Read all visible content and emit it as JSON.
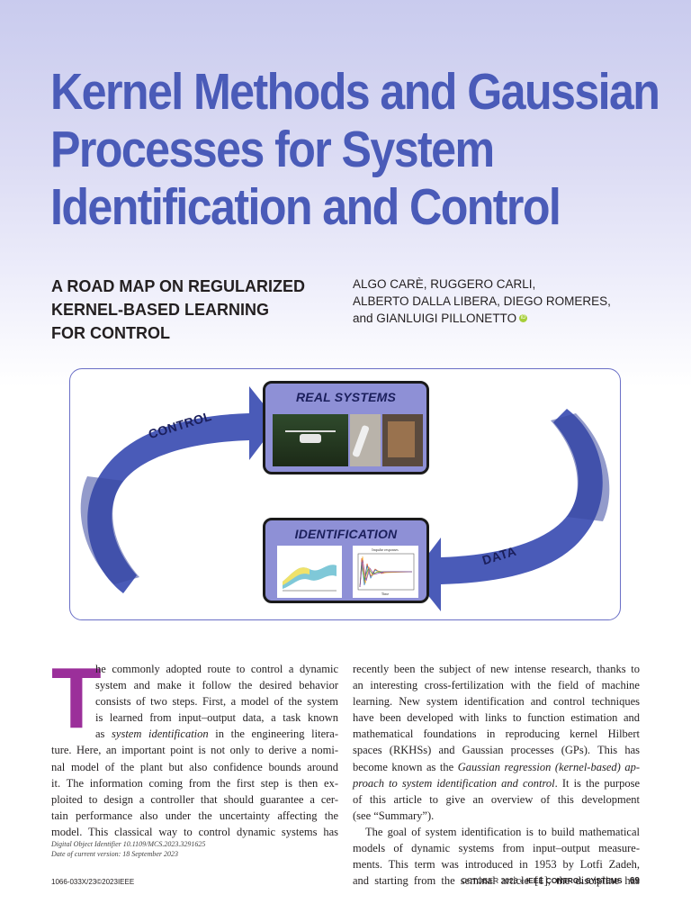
{
  "title_lines": [
    "Kernel Methods and Gaussian",
    "Processes for System",
    "Identification and Control"
  ],
  "subtitle_lines": [
    "A ROAD MAP ON REGULARIZED",
    "KERNEL-BASED LEARNING",
    "FOR CONTROL"
  ],
  "authors_lines": [
    "ALGO CARÈ, RUGGERO CARLI,",
    "ALBERTO DALLA LIBERA, DIEGO ROMERES,",
    "and GIANLUIGI PILLONETTO"
  ],
  "figure": {
    "top_box_title": "REAL SYSTEMS",
    "bottom_box_title": "IDENTIFICATION",
    "left_arrow_label": "CONTROL",
    "right_arrow_label": "DATA",
    "plot_title": "Impulse responses",
    "plot_xlabel": "Time",
    "colors": {
      "arrow": "#4a5bb8",
      "box": "#8e90d6",
      "frame": "#6a6fc6"
    }
  },
  "body": {
    "dropcap": "T",
    "left_col": [
      {
        "text": "he commonly adopted route to control a dynamic",
        "indent": true
      },
      {
        "text": "system and make it follow the desired behavior",
        "indent": true
      },
      {
        "text": "consists of two steps. First, a model of the system",
        "indent": true
      },
      {
        "text": "is learned from input–output data, a task known",
        "indent": true
      },
      {
        "text": "as system identification in the engineering litera-",
        "indent": true
      },
      {
        "text": "ture. Here, an important point is not only to derive a nomi-",
        "indent": false
      },
      {
        "text": "nal model of the plant but also confidence bounds around",
        "indent": false
      },
      {
        "text": "it. The information coming from the first step is then ex-",
        "indent": false
      },
      {
        "text": "ploited to design a controller that should guarantee a cer-",
        "indent": false
      },
      {
        "text": "tain performance also under the uncertainty affecting the",
        "indent": false
      },
      {
        "text": "model. This classical way to control dynamic systems has",
        "indent": false
      }
    ],
    "right_col": [
      "recently been the subject of new intense research, thanks to",
      "an interesting cross-fertilization with the field of machine",
      "learning. New system identification and control techniques",
      "have been developed with links to function estimation and",
      "mathematical foundations in reproducing kernel Hilbert",
      "spaces (RKHSs) and Gaussian processes (GPs). This has",
      "become known as the Gaussian regression (kernel-based) ap-",
      "proach to system identification and control. It is the purpose",
      "of this article to give an overview of this development",
      "(see “Summary”).",
      "The goal of system identification is to build mathematical",
      "models of dynamic systems from input–output measure-",
      "ments. This term was introduced in 1953 by Lotfi Zadeh,",
      "and starting from the seminal article [1], the discipline has"
    ]
  },
  "footnote_lines": [
    "Digital Object Identifier 10.1109/MCS.2023.3291625",
    "Date of current version: 18 September 2023"
  ],
  "footer": {
    "left": "1066-033X/23©2023IEEE",
    "right_date": "OCTOBER 2023",
    "right_sep": "«",
    "right_mag": "IEEE CONTROL SYSTEMS",
    "page": "69"
  }
}
